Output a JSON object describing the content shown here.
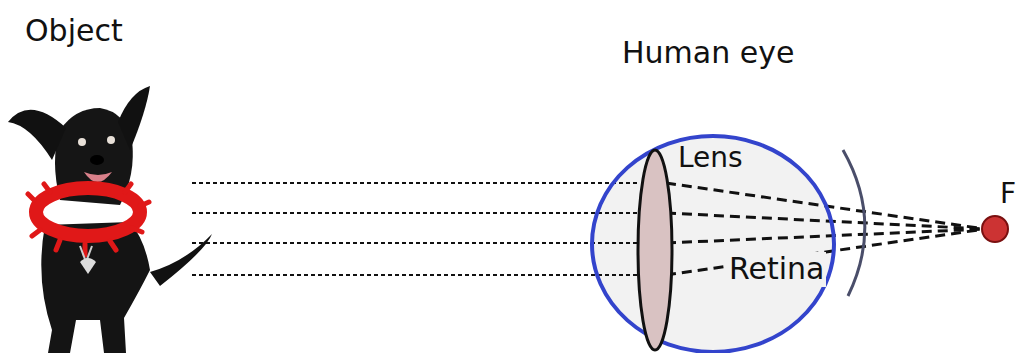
{
  "diagram": {
    "nodes": [
      {
        "text": [
          "Human eye"
        ]
      },
      {
        "text": [
          "Lens"
        ],
        "in": 0
      }
    ],
    "labels": [
      "Object",
      "Retina",
      "F"
    ]
  }
}
